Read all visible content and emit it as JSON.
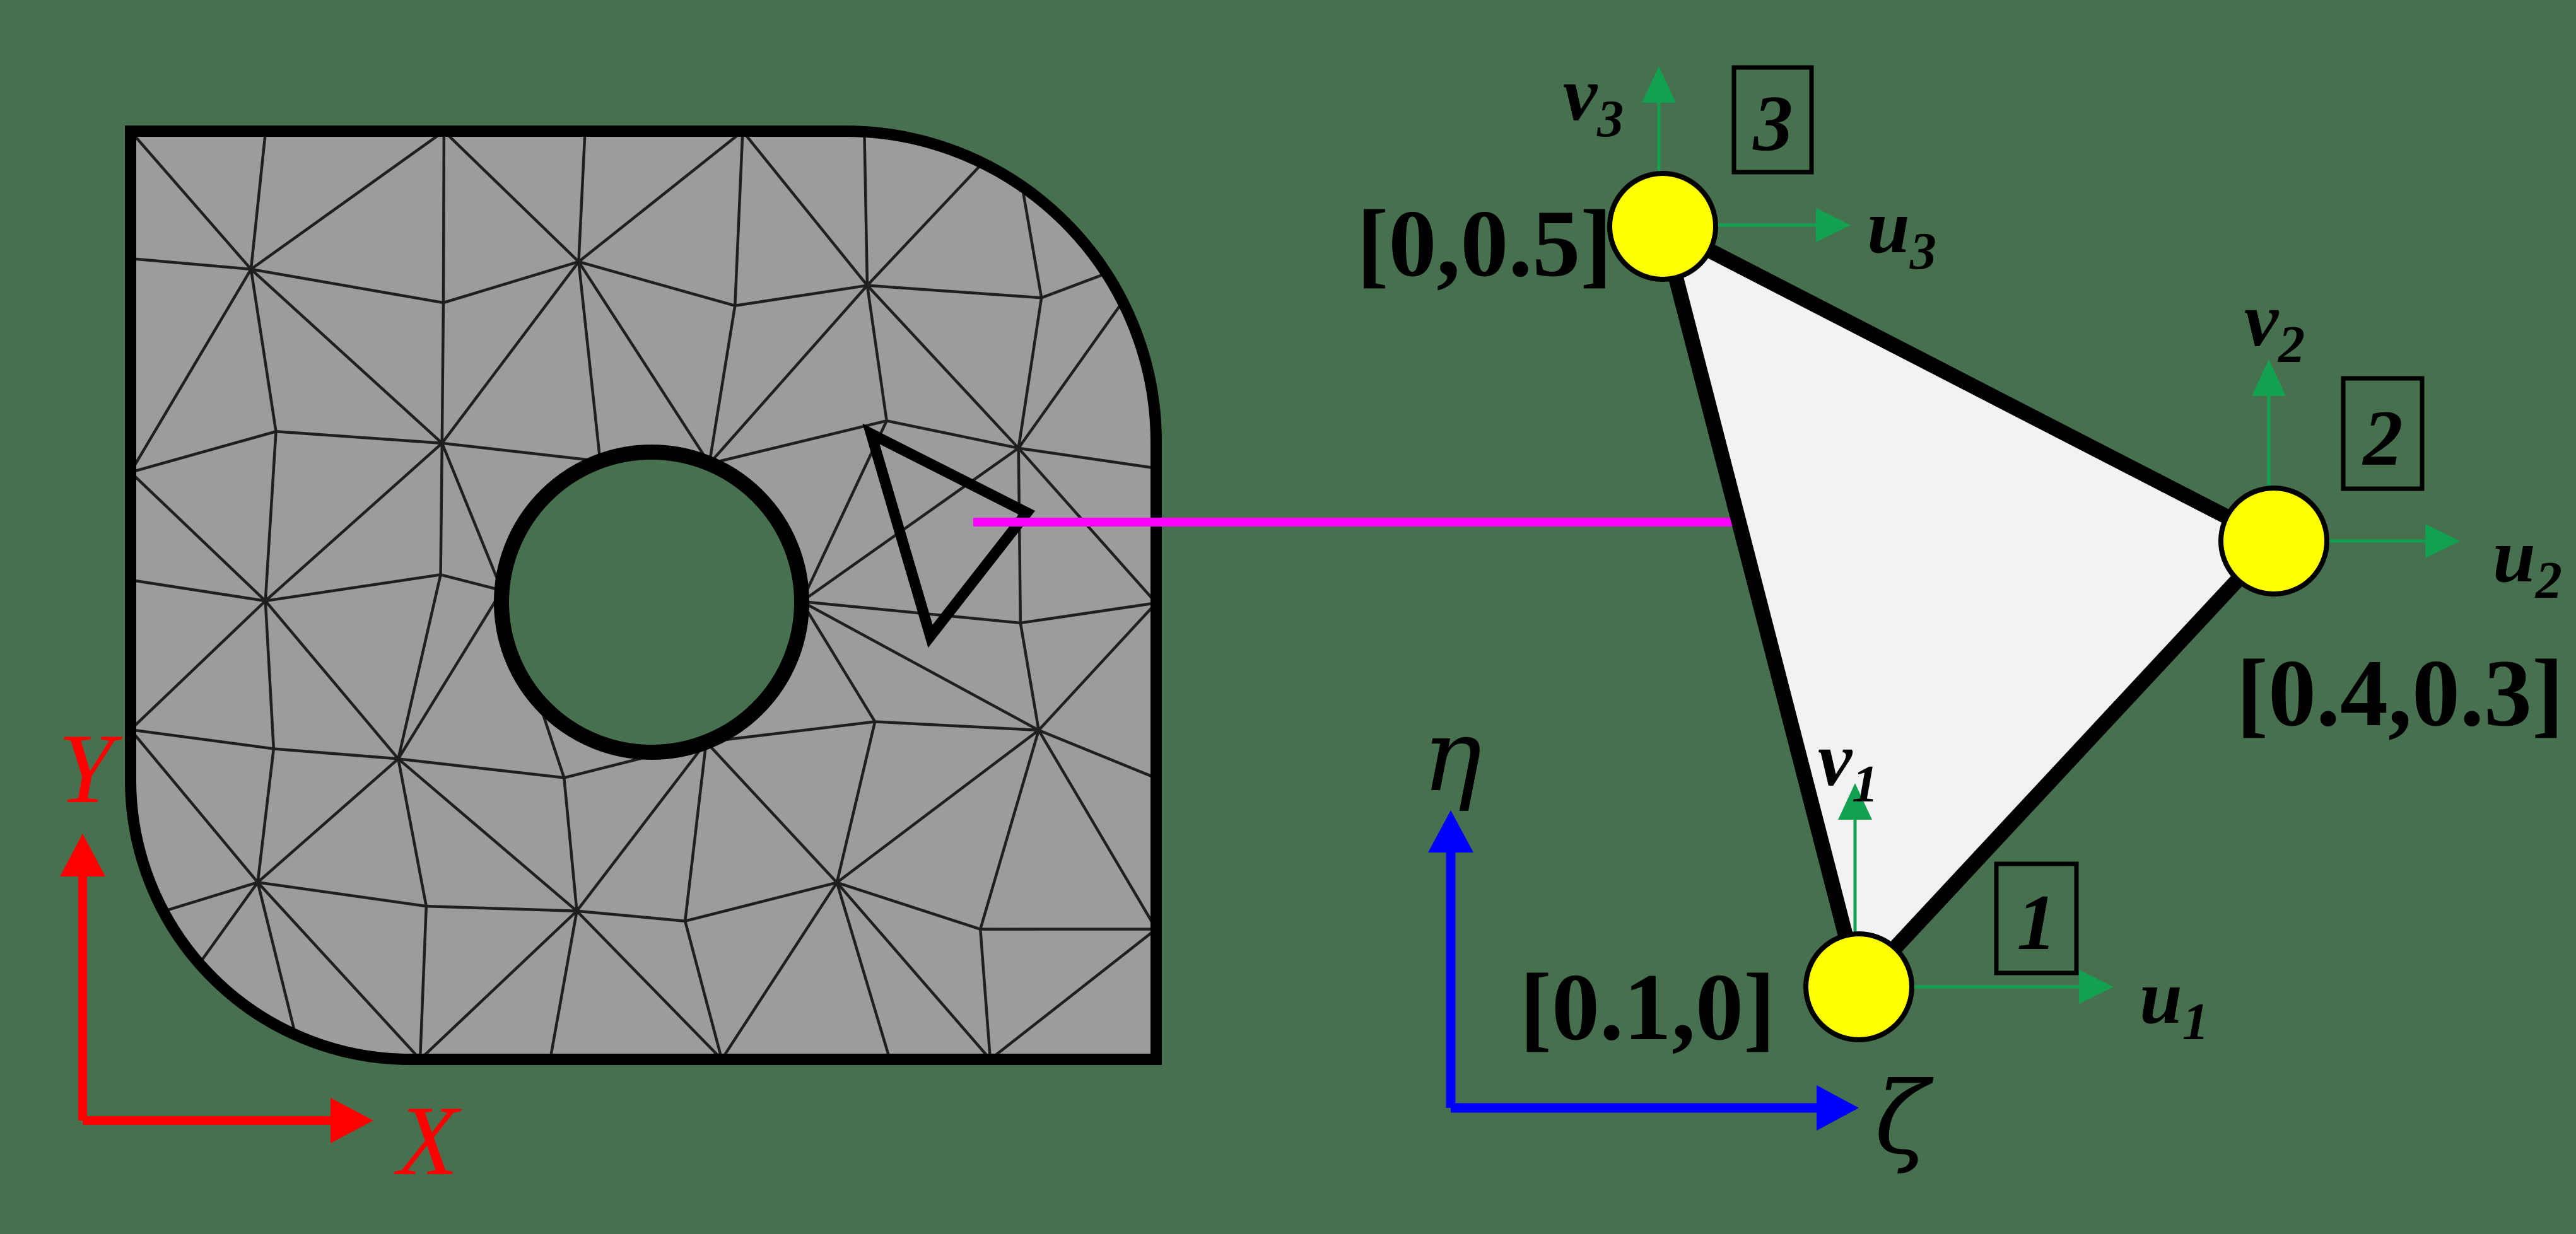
{
  "colors": {
    "background": "#47714e",
    "plate_fill": "#9c9c9c",
    "mesh_line": "#1f1f1f",
    "outline": "#000000",
    "hole_fill": "#47714e",
    "element_fill": "#f2f2f2",
    "node_fill": "#ffff00",
    "dof_green": "#12a150",
    "map_arrow": "#ff00ff",
    "global_axis": "#ff0000",
    "natural_axis": "#0000ff"
  },
  "left_panel": {
    "axis_labels": {
      "x": "X",
      "y": "Y"
    }
  },
  "right_panel": {
    "natural_axis_labels": {
      "horizontal": "ζ",
      "vertical": "η"
    },
    "nodes": [
      {
        "number": "1",
        "coordinates": "[0.1,0]",
        "dof_u": {
          "base": "u",
          "sub": "1"
        },
        "dof_v": {
          "base": "v",
          "sub": "1"
        }
      },
      {
        "number": "2",
        "coordinates": "[0.4,0.3]",
        "dof_u": {
          "base": "u",
          "sub": "2"
        },
        "dof_v": {
          "base": "v",
          "sub": "2"
        }
      },
      {
        "number": "3",
        "coordinates": "[0,0.5]",
        "dof_u": {
          "base": "u",
          "sub": "3"
        },
        "dof_v": {
          "base": "v",
          "sub": "3"
        }
      }
    ]
  }
}
